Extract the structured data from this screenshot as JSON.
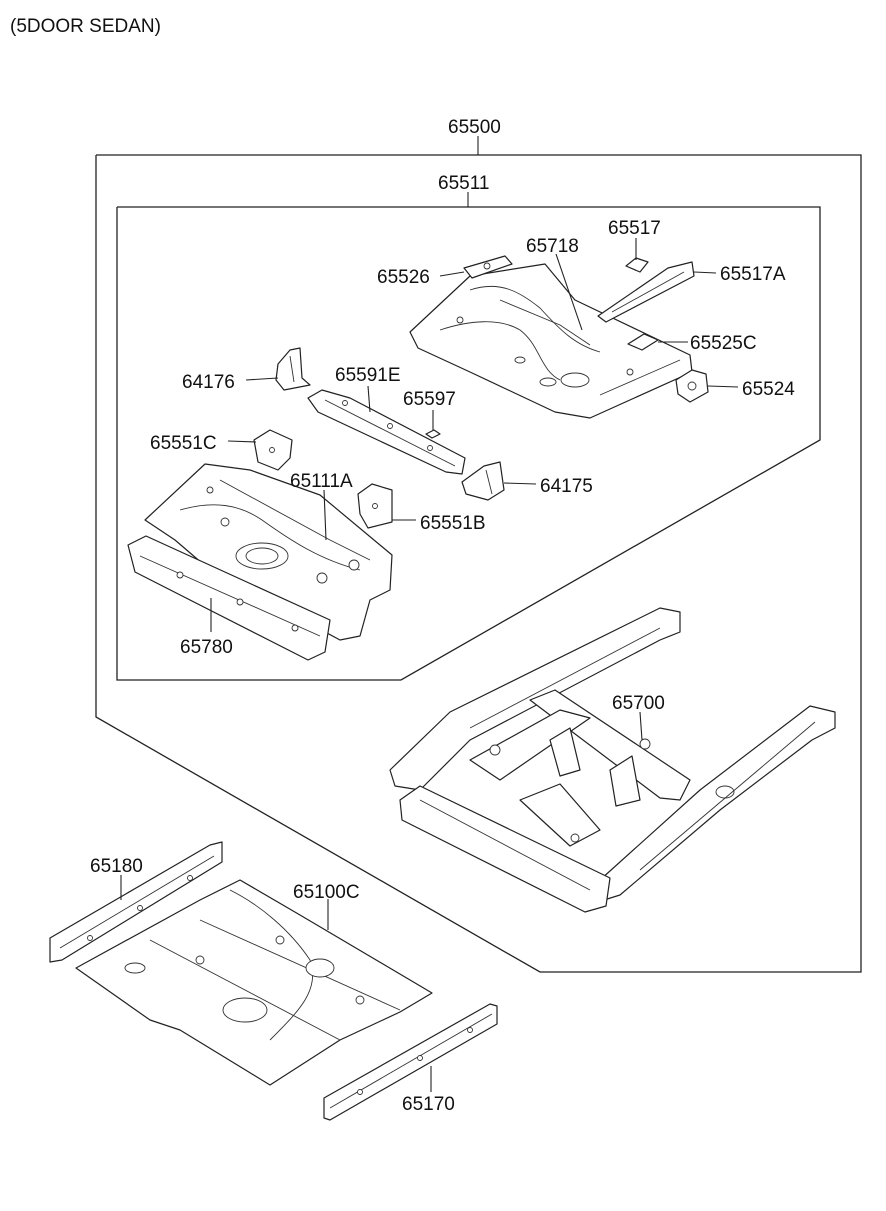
{
  "header": {
    "variant": "(5DOOR SEDAN)"
  },
  "parts": [
    {
      "id": "p65500",
      "number": "65500"
    },
    {
      "id": "p65511",
      "number": "65511"
    },
    {
      "id": "p65517",
      "number": "65517"
    },
    {
      "id": "p65718",
      "number": "65718"
    },
    {
      "id": "p65526",
      "number": "65526"
    },
    {
      "id": "p65517A",
      "number": "65517A"
    },
    {
      "id": "p65525C",
      "number": "65525C"
    },
    {
      "id": "p64176",
      "number": "64176"
    },
    {
      "id": "p65591E",
      "number": "65591E"
    },
    {
      "id": "p65524",
      "number": "65524"
    },
    {
      "id": "p65597",
      "number": "65597"
    },
    {
      "id": "p65551C",
      "number": "65551C"
    },
    {
      "id": "p65111A",
      "number": "65111A"
    },
    {
      "id": "p64175",
      "number": "64175"
    },
    {
      "id": "p65551B",
      "number": "65551B"
    },
    {
      "id": "p65780",
      "number": "65780"
    },
    {
      "id": "p65700",
      "number": "65700"
    },
    {
      "id": "p65180",
      "number": "65180"
    },
    {
      "id": "p65100C",
      "number": "65100C"
    },
    {
      "id": "p65170",
      "number": "65170"
    }
  ]
}
